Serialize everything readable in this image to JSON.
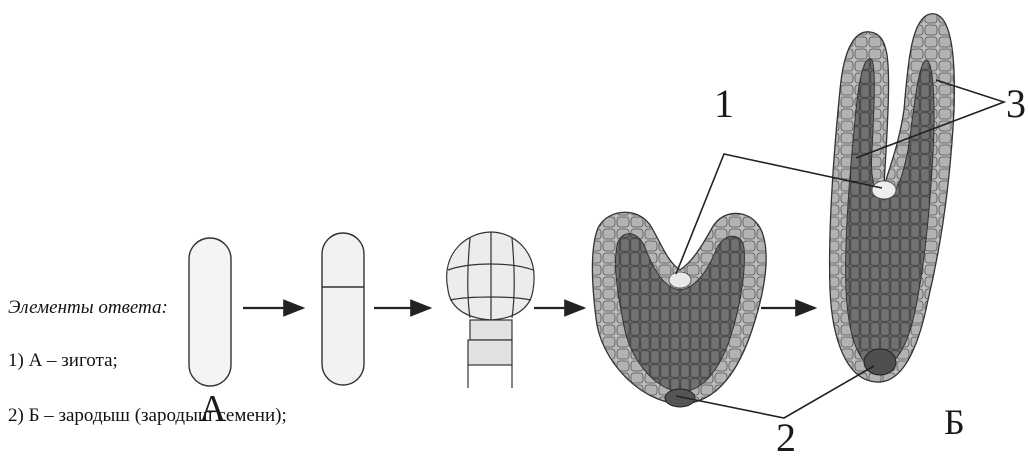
{
  "figure": {
    "stage_labels": {
      "zygote": "А",
      "embryo": "Б"
    },
    "part_labels": {
      "one": "1",
      "two": "2",
      "three": "3"
    }
  },
  "answer": {
    "heading": "Элементы ответа:",
    "items": [
      "1) А – зигота;",
      "2) Б – зародыш (зародыш семени);"
    ]
  },
  "colors": {
    "outer_cells": "#b8b8b8",
    "inner_cells": "#6f6f6f",
    "light_cells": "#e6e6e6",
    "outline": "#333333"
  }
}
